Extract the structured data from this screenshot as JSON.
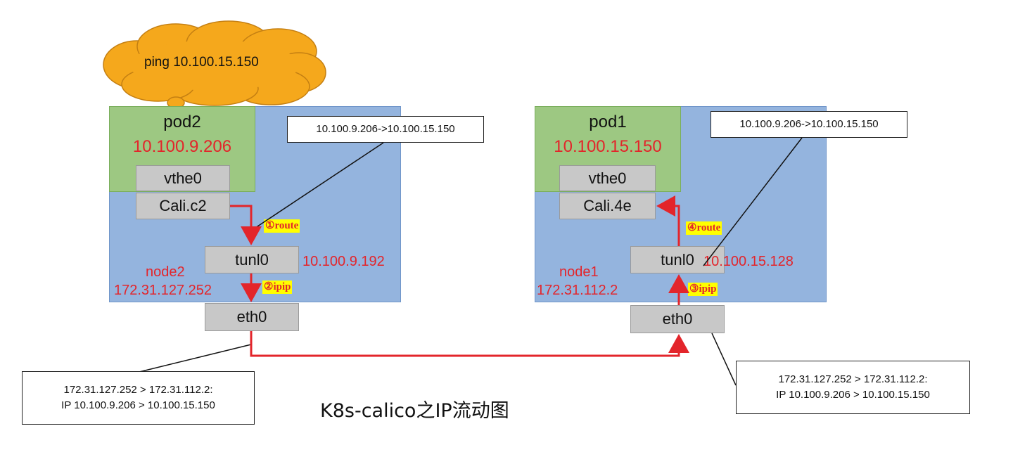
{
  "title": "K8s-calico之IP流动图",
  "cloud": {
    "text": "ping 10.100.15.150"
  },
  "left_node": {
    "node_label": "node2",
    "node_ip": "172.31.127.252",
    "pod_name": "pod2",
    "pod_ip": "10.100.9.206",
    "veth": "vthe0",
    "cali": "Cali.c2",
    "tunl": "tunl0",
    "tunl_ip": "10.100.9.192",
    "eth": "eth0",
    "packet_note": "10.100.9.206->10.100.15.150",
    "step_route": "①route",
    "step_ipip": "②ipip"
  },
  "right_node": {
    "node_label": "node1",
    "node_ip": "172.31.112.2",
    "pod_name": "pod1",
    "pod_ip": "10.100.15.150",
    "veth": "vthe0",
    "cali": "Cali.4e",
    "tunl": "tunl0",
    "tunl_ip": "10.100.15.128",
    "eth": "eth0",
    "packet_note": "10.100.9.206->10.100.15.150",
    "step_route": "④route",
    "step_ipip": "③ipip"
  },
  "outer_notes": {
    "left": [
      "172.31.127.252 > 172.31.112.2:",
      "IP 10.100.9.206 > 10.100.15.150"
    ],
    "right": [
      "172.31.127.252 > 172.31.112.2:",
      "IP 10.100.9.206 > 10.100.15.150"
    ]
  },
  "colors": {
    "flow": "#e3252b",
    "node": "#94b4de",
    "pod": "#9dc882",
    "interface": "#c8c8c8",
    "cloud": "#f5a81c"
  }
}
